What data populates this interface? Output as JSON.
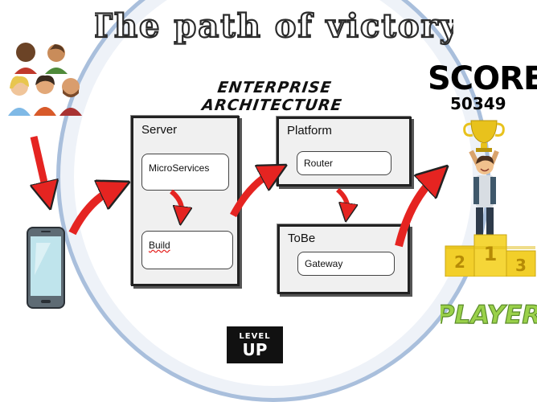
{
  "title": "The path of victory",
  "subtitle": "ENTERPRISE ARCHITECTURE",
  "score": {
    "label": "SCORE",
    "value": "50349"
  },
  "player_label": "PLAYER",
  "level_up": {
    "line1": "LEVEL",
    "line2": "UP"
  },
  "boxes": {
    "server": {
      "title": "Server",
      "items": [
        "MicroServices",
        "Build"
      ]
    },
    "platform": {
      "title": "Platform",
      "items": [
        "Router"
      ]
    },
    "tobe": {
      "title": "ToBe",
      "items": [
        "Gateway"
      ]
    }
  },
  "podium_numbers": [
    "2",
    "1",
    "3"
  ],
  "colors": {
    "arrow": "#e52421",
    "circle_border": "#a9bfdc",
    "player_green": "#9ad14a",
    "trophy_gold": "#e8c21c"
  },
  "icons": [
    "people-group-icon",
    "smartphone-icon",
    "trophy-winner-icon",
    "podium-icon"
  ]
}
